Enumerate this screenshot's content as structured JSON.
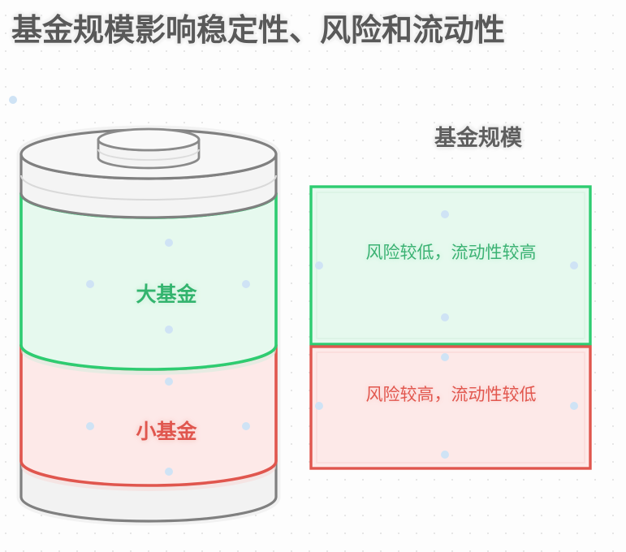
{
  "title": "基金规模影响稳定性、风险和流动性",
  "legend": {
    "label": "基金规模"
  },
  "cylinder": {
    "segments": [
      {
        "id": "large-fund",
        "label": "大基金",
        "color": "#2ecc71",
        "fill": "#e6f9ee"
      },
      {
        "id": "small-fund",
        "label": "小基金",
        "color": "#e0564e",
        "fill": "#fde9e8"
      }
    ],
    "base_color": "#808080",
    "base_fill": "#f2f2f2"
  },
  "callouts": [
    {
      "id": "large-fund-callout",
      "text": "风险较低，流动性较高",
      "border": "#2ecc71",
      "fill": "#e6f9ee"
    },
    {
      "id": "small-fund-callout",
      "text": "风险较高，流动性较低",
      "border": "#e0564e",
      "fill": "#fde9e8"
    }
  ],
  "background": {
    "dot_color": "#e6e6e6",
    "accent_dot_color": "#cfe3f5",
    "page_color": "#fdfdfd"
  }
}
